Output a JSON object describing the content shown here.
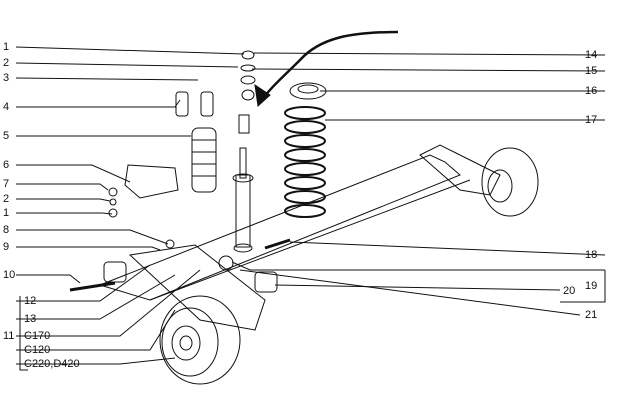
{
  "callouts_left": [
    {
      "id": "l1",
      "text": "1"
    },
    {
      "id": "l2",
      "text": "2"
    },
    {
      "id": "l3",
      "text": "3"
    },
    {
      "id": "l4",
      "text": "4"
    },
    {
      "id": "l5",
      "text": "5"
    },
    {
      "id": "l6",
      "text": "6"
    },
    {
      "id": "l7",
      "text": "7"
    },
    {
      "id": "l8",
      "text": "2"
    },
    {
      "id": "l9",
      "text": "1"
    },
    {
      "id": "l10",
      "text": "8"
    },
    {
      "id": "l11",
      "text": "9"
    },
    {
      "id": "l12",
      "text": "10"
    },
    {
      "id": "l13",
      "text": "12"
    },
    {
      "id": "l14",
      "text": "13"
    },
    {
      "id": "l15",
      "text": "11"
    },
    {
      "id": "l16",
      "text": "C170"
    },
    {
      "id": "l17",
      "text": "C120"
    },
    {
      "id": "l18",
      "text": "C220,D420"
    }
  ],
  "callouts_right": [
    {
      "id": "r1",
      "text": "14"
    },
    {
      "id": "r2",
      "text": "15"
    },
    {
      "id": "r3",
      "text": "16"
    },
    {
      "id": "r4",
      "text": "17"
    },
    {
      "id": "r5",
      "text": "18"
    },
    {
      "id": "r6",
      "text": "19"
    },
    {
      "id": "r7",
      "text": "20"
    },
    {
      "id": "r8",
      "text": "21"
    }
  ]
}
